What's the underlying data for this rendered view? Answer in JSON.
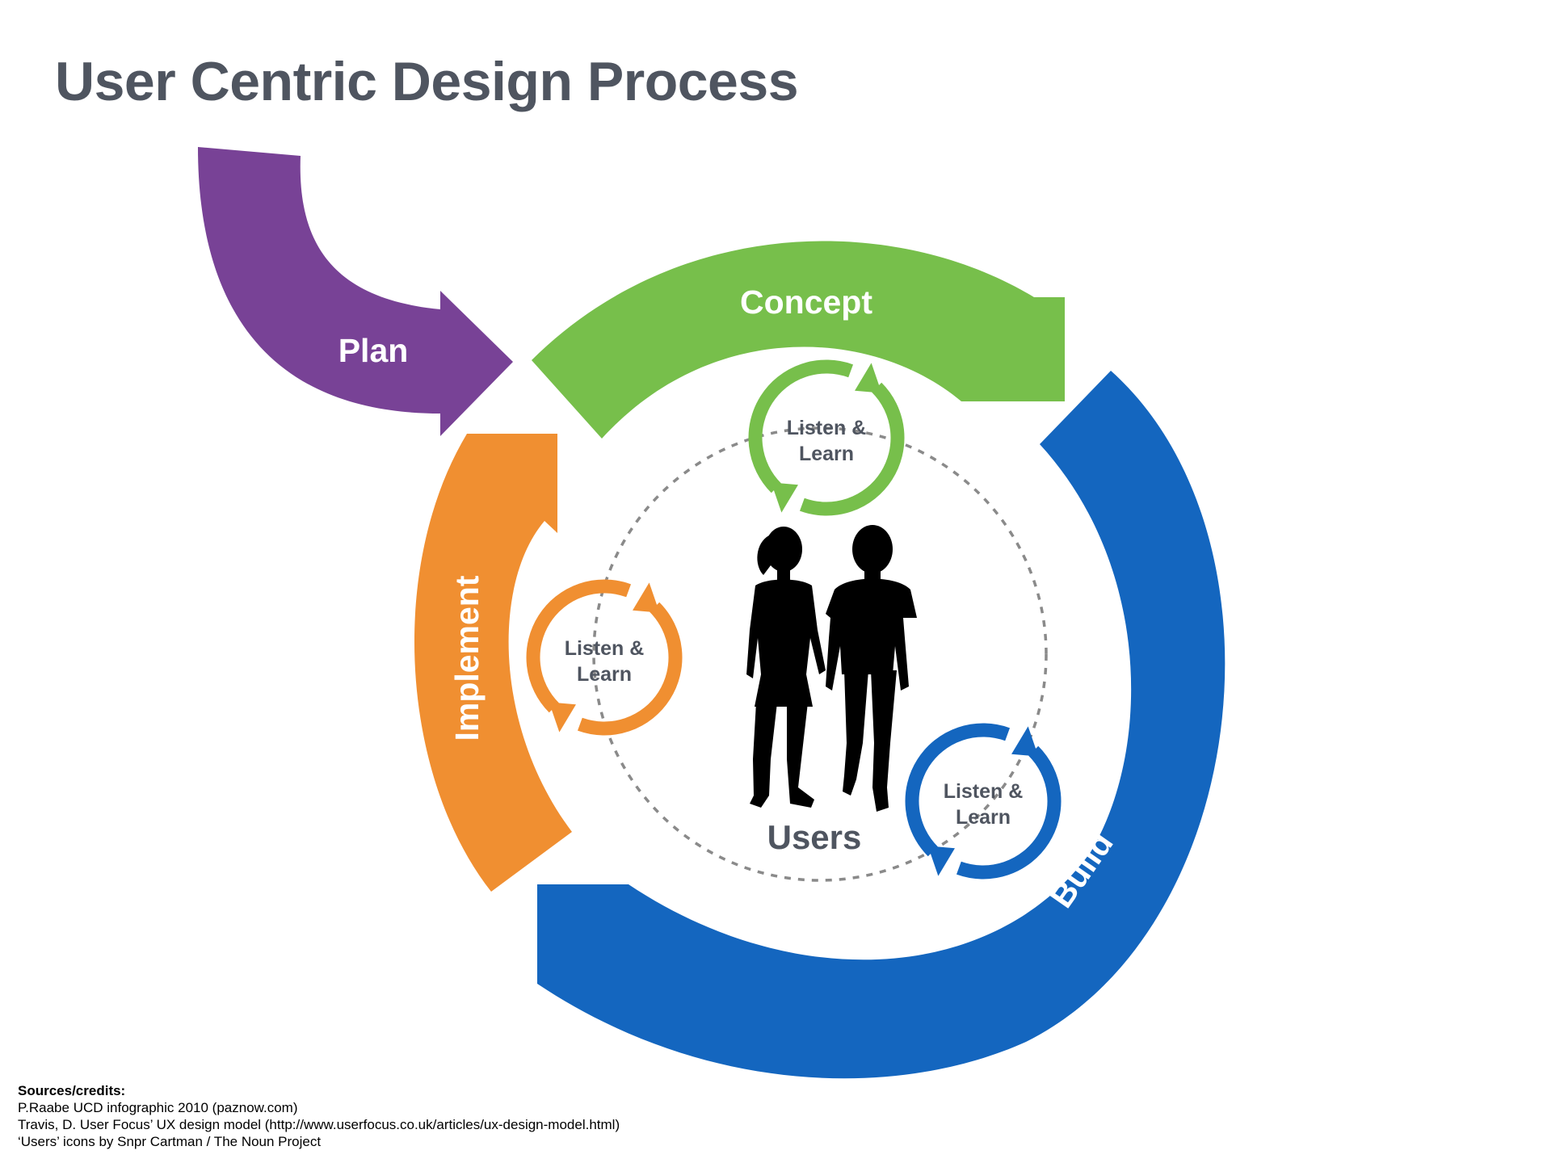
{
  "title": "User Centric Design Process",
  "stages": {
    "plan": {
      "label": "Plan",
      "color": "#784296"
    },
    "concept": {
      "label": "Concept",
      "color": "#77bf4b"
    },
    "build": {
      "label": "Build",
      "color": "#1466bf"
    },
    "implement": {
      "label": "Implement",
      "color": "#f08f31"
    }
  },
  "loops": [
    {
      "line1": "Listen &",
      "line2": "Learn",
      "color": "#77bf4b"
    },
    {
      "line1": "Listen &",
      "line2": "Learn",
      "color": "#f08f31"
    },
    {
      "line1": "Listen &",
      "line2": "Learn",
      "color": "#1466bf"
    }
  ],
  "center": {
    "label": "Users",
    "icon": "users-silhouette-icon"
  },
  "credits": {
    "heading": "Sources/credits:",
    "lines": [
      "P.Raabe UCD infographic 2010 (paznow.com)",
      "Travis, D. User Focus’ UX design model (http://www.userfocus.co.uk/articles/ux-design-model.html)",
      "‘Users’ icons by Snpr Cartman / The Noun Project"
    ]
  }
}
